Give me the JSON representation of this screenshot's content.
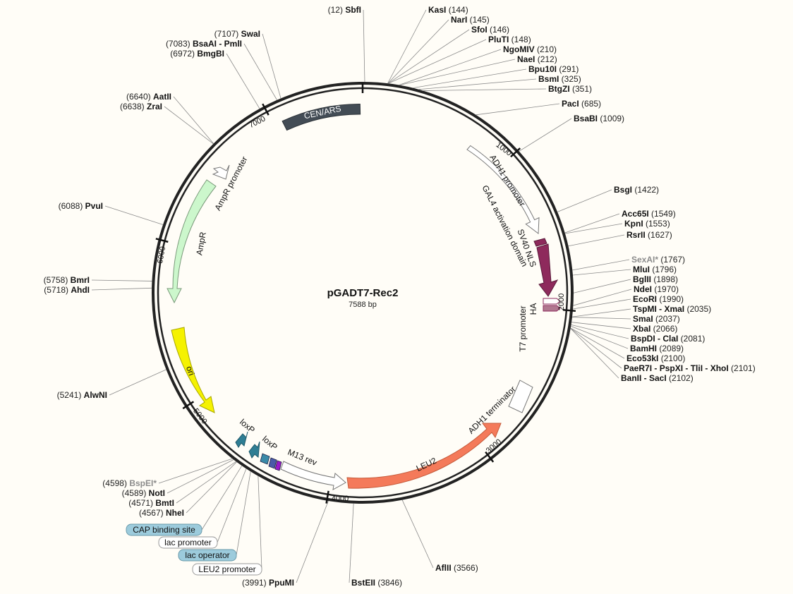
{
  "plasmid": {
    "name": "pGADT7-Rec2",
    "size_label": "7588 bp"
  },
  "ticks": [
    "1000",
    "2000",
    "3000",
    "4000",
    "5000",
    "6000",
    "7000"
  ],
  "sites_right": [
    {
      "name": "SbfI",
      "pos": "(12)"
    },
    {
      "name": "KasI",
      "pos": "(144)"
    },
    {
      "name": "NarI",
      "pos": "(145)"
    },
    {
      "name": "SfoI",
      "pos": "(146)"
    },
    {
      "name": "PluTI",
      "pos": "(148)"
    },
    {
      "name": "NgoMIV",
      "pos": "(210)"
    },
    {
      "name": "NaeI",
      "pos": "(212)"
    },
    {
      "name": "Bpu10I",
      "pos": "(291)"
    },
    {
      "name": "BsmI",
      "pos": "(325)"
    },
    {
      "name": "BtgZI",
      "pos": "(351)"
    },
    {
      "name": "PacI",
      "pos": "(685)"
    },
    {
      "name": "BsaBI",
      "pos": "(1009)"
    },
    {
      "name": "BsgI",
      "pos": "(1422)"
    },
    {
      "name": "Acc65I",
      "pos": "(1549)"
    },
    {
      "name": "KpnI",
      "pos": "(1553)"
    },
    {
      "name": "RsrII",
      "pos": "(1627)"
    },
    {
      "name": "SexAI*",
      "pos": "(1767)"
    },
    {
      "name": "MluI",
      "pos": "(1796)"
    },
    {
      "name": "BglII",
      "pos": "(1898)"
    },
    {
      "name": "NdeI",
      "pos": "(1970)"
    },
    {
      "name": "EcoRI",
      "pos": "(1990)"
    },
    {
      "name": "TspMI - XmaI",
      "pos": "(2035)"
    },
    {
      "name": "SmaI",
      "pos": "(2037)"
    },
    {
      "name": "XbaI",
      "pos": "(2066)"
    },
    {
      "name": "BspDI - ClaI",
      "pos": "(2081)"
    },
    {
      "name": "BamHI",
      "pos": "(2089)"
    },
    {
      "name": "Eco53kI",
      "pos": "(2100)"
    },
    {
      "name": "PaeR7I - PspXI - TliI - XhoI",
      "pos": "(2101)"
    },
    {
      "name": "BanII - SacI",
      "pos": "(2102)"
    },
    {
      "name": "AflII",
      "pos": "(3566)"
    },
    {
      "name": "BstEII",
      "pos": "(3846)"
    }
  ],
  "sites_left": [
    {
      "name": "SwaI",
      "pos": "(7107)"
    },
    {
      "name": "BsaAI - PmlI",
      "pos": "(7083)"
    },
    {
      "name": "BmgBI",
      "pos": "(6972)"
    },
    {
      "name": "AatII",
      "pos": "(6640)"
    },
    {
      "name": "ZraI",
      "pos": "(6638)"
    },
    {
      "name": "PvuI",
      "pos": "(6088)"
    },
    {
      "name": "BmrI",
      "pos": "(5758)"
    },
    {
      "name": "AhdI",
      "pos": "(5718)"
    },
    {
      "name": "AlwNI",
      "pos": "(5241)"
    },
    {
      "name": "BspEI*",
      "pos": "(4598)"
    },
    {
      "name": "NotI",
      "pos": "(4589)"
    },
    {
      "name": "BmtI",
      "pos": "(4571)"
    },
    {
      "name": "NheI",
      "pos": "(4567)"
    },
    {
      "name": "PpuMI",
      "pos": "(3991)"
    }
  ],
  "features": {
    "cen_ars": "CEN/ARS",
    "adh1_promoter": "ADH1 promoter",
    "gal4": "GAL4 activation domain",
    "sv40": "SV40 NLS",
    "ha": "HA",
    "t7": "T7 promoter",
    "adh1_term": "ADH1 terminator",
    "leu2": "LEU2",
    "m13": "M13 rev",
    "loxp1": "loxP",
    "loxp2": "loxP",
    "ori": "ori",
    "ampr": "AmpR",
    "ampr_promoter": "AmpR promoter"
  },
  "pills": [
    {
      "label": "CAP binding site"
    },
    {
      "label": "lac promoter"
    },
    {
      "label": "lac operator"
    },
    {
      "label": "LEU2 promoter"
    }
  ],
  "colors": {
    "cen_ars": "#434c55",
    "gal4": "#8e2a5c",
    "leu2": "#f47a5a",
    "ori": "#f5f200",
    "ampr": "#ccf7cc",
    "loxp": "#2f7e94",
    "pill_blue": "#9ccbdc"
  }
}
